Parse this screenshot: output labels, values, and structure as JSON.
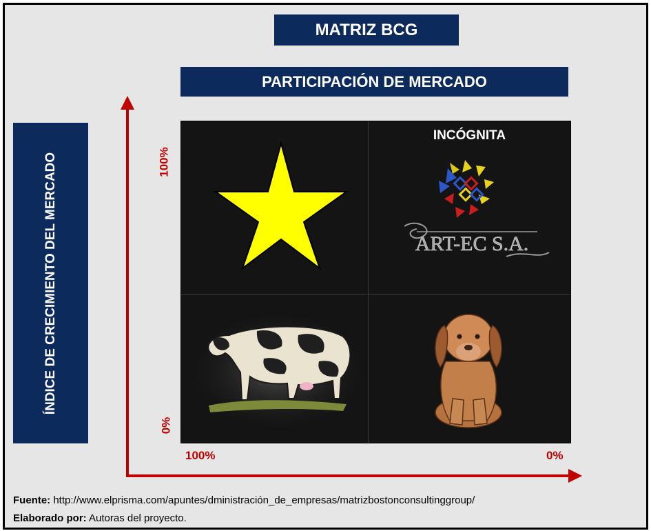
{
  "title": "MATRIZ BCG",
  "x_axis_header": "PARTICIPACIÓN DE MERCADO",
  "y_axis_header": "ÍNDICE DE CRECIMIENTO DEL MERCADO",
  "ticks": {
    "y_top": "100%",
    "y_bottom": "0%",
    "x_left": "100%",
    "x_right": "0%"
  },
  "quadrants": {
    "top_left_icon": "star-icon",
    "top_right_label": "INCÓGNITA",
    "top_right_logo_text": "ART-EC S.A.",
    "bottom_left_icon": "cow-icon",
    "bottom_right_icon": "dog-icon"
  },
  "footer": {
    "source_label": "Fuente:",
    "source_url": "http://www.elprisma.com/apuntes/dministración_de_empresas/matrizbostonconsultinggroup/",
    "author_label": "Elaborado por:",
    "author_text": "Autoras del proyecto."
  },
  "colors": {
    "navy": "#0d2a5c",
    "axis_red": "#c00000",
    "star_yellow": "#ffff00",
    "matrix_bg": "#141414"
  }
}
